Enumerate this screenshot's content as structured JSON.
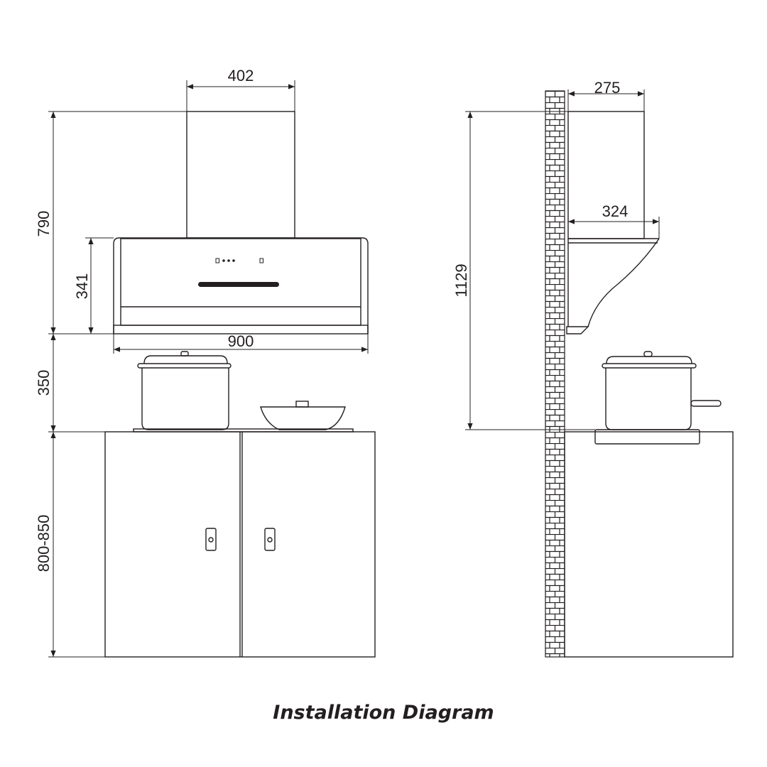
{
  "front_view": {
    "dim_chimney_width": "402",
    "dim_total_height": "790",
    "dim_hood_height": "341",
    "dim_hood_width": "900",
    "dim_clearance": "350",
    "dim_counter_height": "800-850"
  },
  "side_view": {
    "dim_chimney_depth": "275",
    "dim_hood_depth": "324",
    "dim_total_height": "1129"
  },
  "caption": "Installation Diagram",
  "colors": {
    "line": "#231f20",
    "background": "#ffffff"
  }
}
